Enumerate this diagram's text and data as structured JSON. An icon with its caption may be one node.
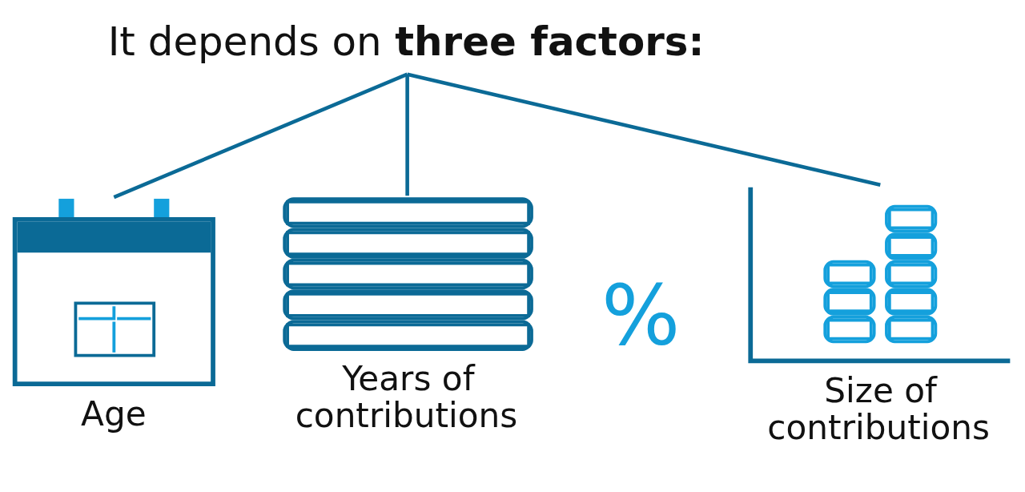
{
  "diagram": {
    "nodes": [
      {
        "text": [
          "It depends on **three factors:**"
        ]
      },
      {
        "text": [
          "Age"
        ]
      },
      {
        "text": [
          "Years of contributions"
        ]
      },
      {
        "text": [
          "Size of contributions"
        ]
      }
    ],
    "edges": [
      {
        "from": 0,
        "to": 1,
        "arrow": "none"
      },
      {
        "from": 0,
        "to": 2,
        "arrow": "none"
      },
      {
        "from": 0,
        "to": 3,
        "arrow": "none"
      }
    ],
    "labels": [
      "%"
    ]
  }
}
